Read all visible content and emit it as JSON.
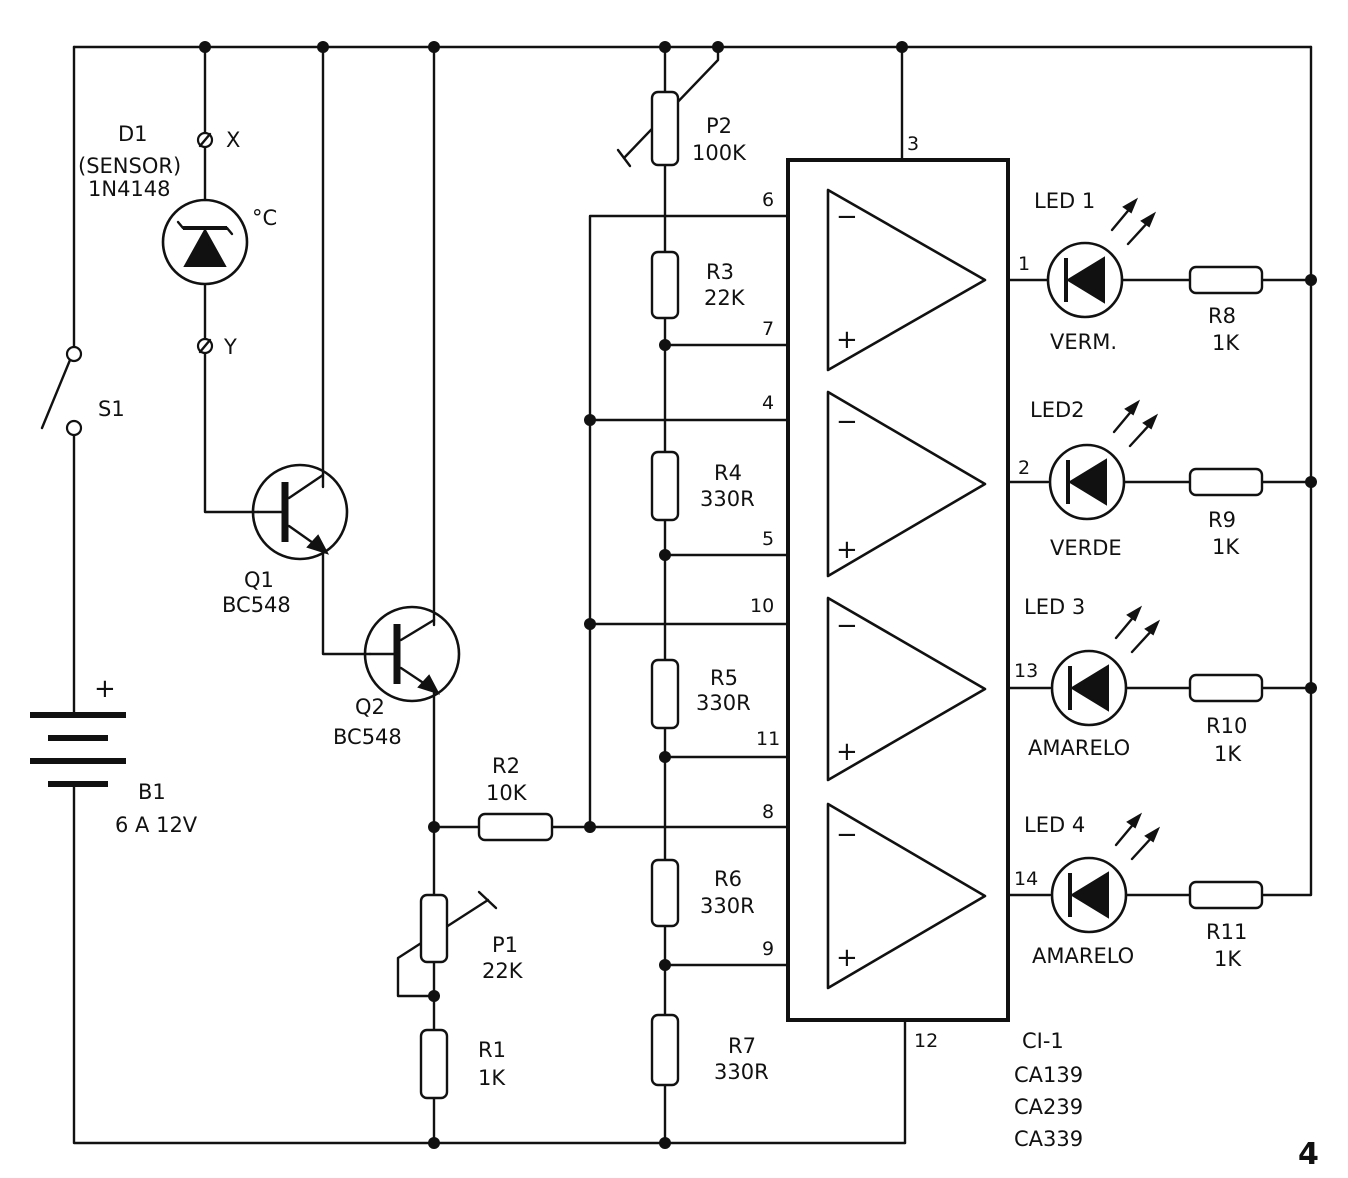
{
  "figure_number": "4",
  "battery": {
    "ref": "B1",
    "value": "6 A 12V",
    "plus": "+"
  },
  "switch": {
    "ref": "S1"
  },
  "diode": {
    "ref": "D1",
    "role": "(SENSOR)",
    "part": "1N4148",
    "unit": "°C",
    "terminal_x": "X",
    "terminal_y": "Y"
  },
  "transistors": [
    {
      "ref": "Q1",
      "part": "BC548"
    },
    {
      "ref": "Q2",
      "part": "BC548"
    }
  ],
  "pots": [
    {
      "ref": "P1",
      "value": "22K"
    },
    {
      "ref": "P2",
      "value": "100K"
    }
  ],
  "resistors": {
    "r1": {
      "ref": "R1",
      "value": "1K"
    },
    "r2": {
      "ref": "R2",
      "value": "10K"
    },
    "r3": {
      "ref": "R3",
      "value": "22K"
    },
    "r4": {
      "ref": "R4",
      "value": "330R"
    },
    "r5": {
      "ref": "R5",
      "value": "330R"
    },
    "r6": {
      "ref": "R6",
      "value": "330R"
    },
    "r7": {
      "ref": "R7",
      "value": "330R"
    },
    "r8": {
      "ref": "R8",
      "value": "1K"
    },
    "r9": {
      "ref": "R9",
      "value": "1K"
    },
    "r10": {
      "ref": "R10",
      "value": "1K"
    },
    "r11": {
      "ref": "R11",
      "value": "1K"
    }
  },
  "ic": {
    "ref": "CI-1",
    "parts": [
      "CA139",
      "CA239",
      "CA339"
    ],
    "pins": {
      "vcc": "3",
      "gnd": "12",
      "a_minus": "6",
      "a_plus": "7",
      "a_out": "1",
      "b_minus": "4",
      "b_plus": "5",
      "b_out": "2",
      "c_minus": "10",
      "c_plus": "11",
      "c_out": "13",
      "d_minus": "8",
      "d_plus": "9",
      "d_out": "14"
    },
    "minus_sign": "−",
    "plus_sign": "+"
  },
  "leds": [
    {
      "ref": "LED 1",
      "color": "VERM."
    },
    {
      "ref": "LED2",
      "color": "VERDE"
    },
    {
      "ref": "LED 3",
      "color": "AMARELO"
    },
    {
      "ref": "LED 4",
      "color": "AMARELO"
    }
  ]
}
